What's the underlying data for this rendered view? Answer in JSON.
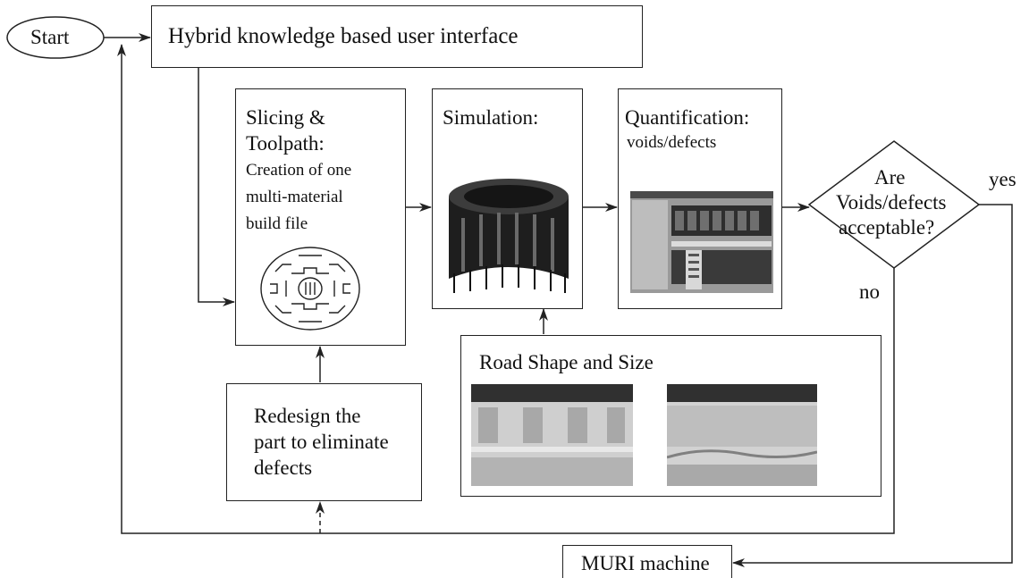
{
  "nodes": {
    "start": "Start",
    "hybrid": "Hybrid knowledge based user interface",
    "slicing": {
      "title_line1": "Slicing &",
      "title_line2": "Toolpath:",
      "body_line1": "Creation of one",
      "body_line2": "multi-material",
      "body_line3": "build file"
    },
    "simulation": "Simulation:",
    "quantification": {
      "title": "Quantification:",
      "subtitle": "voids/defects"
    },
    "decision": {
      "line1": "Are",
      "line2": "Voids/defects",
      "line3": "acceptable?"
    },
    "road": "Road Shape and Size",
    "redesign": {
      "line1": "Redesign the",
      "line2": "part to eliminate",
      "line3": "defects"
    },
    "muri": "MURI machine"
  },
  "edge_labels": {
    "yes": "yes",
    "no": "no"
  },
  "colors": {
    "line": "#222222",
    "sim_body": "#1e1e1e",
    "screen_bg": "#9a9a9a",
    "photo_band": "#303030"
  }
}
